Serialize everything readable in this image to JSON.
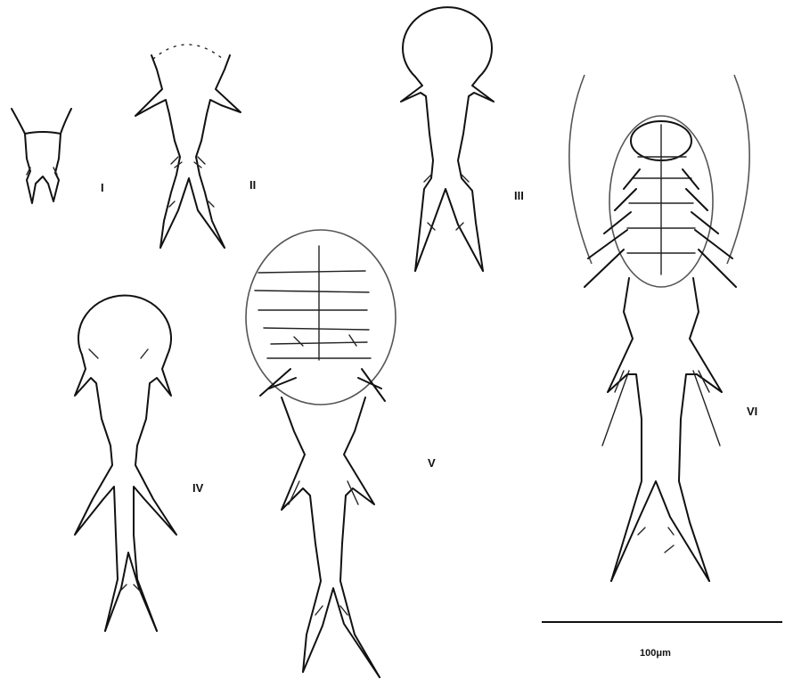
{
  "figure": {
    "stage_labels": {
      "i": "I",
      "ii": "II",
      "iii": "III",
      "iv": "IV",
      "v": "V",
      "vi": "VI"
    },
    "scale_bar": {
      "label": "100μm"
    }
  }
}
